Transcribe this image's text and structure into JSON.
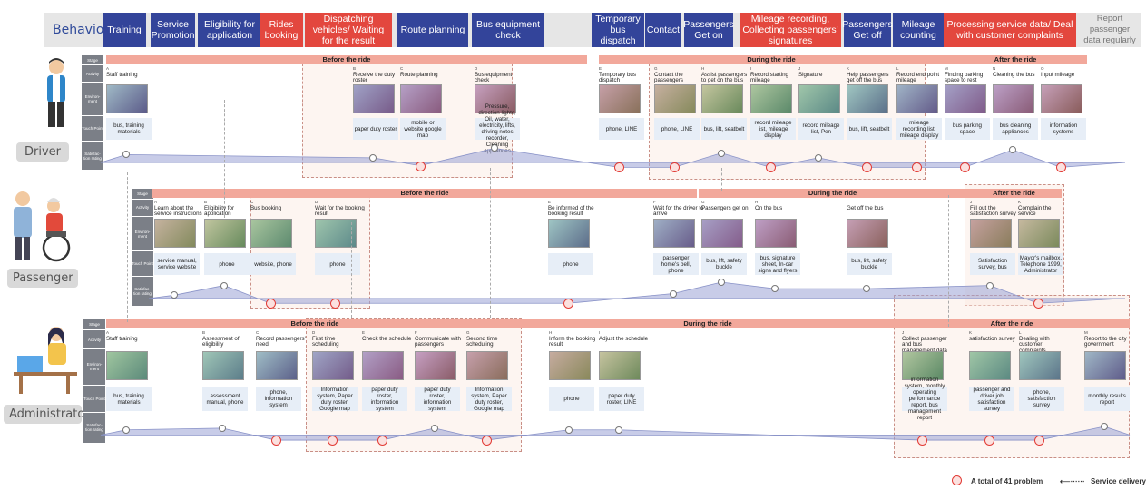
{
  "behavior": {
    "title": "Behavior",
    "tabs": [
      {
        "label": "Training",
        "color": "blue"
      },
      {
        "label": "Service Promotion",
        "color": "blue"
      },
      {
        "label": "Eligibility for application",
        "color": "blue"
      },
      {
        "label": "Rides booking",
        "color": "red"
      },
      {
        "label": "Dispatching vehicles/ Waiting for the result",
        "color": "red"
      },
      {
        "label": "Route planning",
        "color": "blue"
      },
      {
        "label": "Bus equipment check",
        "color": "blue"
      },
      {
        "label": "Temporary bus dispatch",
        "color": "blue"
      },
      {
        "label": "Contact",
        "color": "blue"
      },
      {
        "label": "Passengers Get on",
        "color": "blue"
      },
      {
        "label": "Mileage recording, Collecting passengers' signatures",
        "color": "red"
      },
      {
        "label": "Passengers Get off",
        "color": "blue"
      },
      {
        "label": "Mileage counting",
        "color": "blue"
      },
      {
        "label": "Processing service data/ Deal with customer complaints",
        "color": "red"
      },
      {
        "label": "Report passenger data regularly",
        "color": "grey"
      }
    ]
  },
  "row_headers": {
    "driver": [
      "Stage",
      "Activity",
      "Environ-ment",
      "Touch Point",
      "Satisfac-tion rating"
    ],
    "passenger": [
      "Stage",
      "Activity",
      "Environ-ment",
      "Touch Point",
      "Satisfac-tion rating"
    ],
    "admin": [
      "Stage",
      "Activity",
      "Environ-ment",
      "Touch Point",
      "Satisfac-tion rating"
    ]
  },
  "actors": {
    "driver": "Driver",
    "passenger": "Passenger",
    "admin": "Administrator"
  },
  "stages": {
    "before": "Before the ride",
    "during": "During the ride",
    "after": "After the ride"
  },
  "driver_steps": [
    {
      "letter": "A",
      "title": "Staff training",
      "tp": "bus, training materials"
    },
    {
      "letter": "B",
      "title": "Receive the duty roster",
      "tp": "paper duty roster"
    },
    {
      "letter": "C",
      "title": "Route planning",
      "tp": "mobile or website google map"
    },
    {
      "letter": "D",
      "title": "Bus equipment check",
      "tp": "Pressure, direction lights, Oil, water, electricity, lifts, driving notes recorder, Cleaning appliances"
    },
    {
      "letter": "E",
      "title": "Temporary bus dispatch",
      "tp": "phone, LINE"
    },
    {
      "letter": "G",
      "title": "Contact the passengers",
      "tp": "phone, LINE"
    },
    {
      "letter": "H",
      "title": "Assist passengers to get on the bus",
      "tp": "bus, lift, seatbelt"
    },
    {
      "letter": "I",
      "title": "Record starting mileage",
      "tp": "record mileage list, mileage display"
    },
    {
      "letter": "J",
      "title": "Signature",
      "tp": "record mileage list, Pen"
    },
    {
      "letter": "K",
      "title": "Help passengers get off the bus",
      "tp": "bus, lift, seatbelt"
    },
    {
      "letter": "L",
      "title": "Record end point mileage",
      "tp": "mileage recording list, mileage display"
    },
    {
      "letter": "M",
      "title": "Finding parking space to rest",
      "tp": "bus parking space"
    },
    {
      "letter": "N",
      "title": "Cleaning the bus",
      "tp": "bus cleaning appliances"
    },
    {
      "letter": "O",
      "title": "Input mileage",
      "tp": "information systems"
    }
  ],
  "passenger_steps": [
    {
      "letter": "A",
      "title": "Learn about the service instructions",
      "tp": "service manual, service website"
    },
    {
      "letter": "B",
      "title": "Eligibility for application",
      "tp": "phone"
    },
    {
      "letter": "C",
      "title": "Bus booking",
      "tp": "website, phone"
    },
    {
      "letter": "D",
      "title": "Wait for the booking result",
      "tp": "phone"
    },
    {
      "letter": "E",
      "title": "Be informed of the booking result",
      "tp": "phone"
    },
    {
      "letter": "F",
      "title": "Wait for the driver to arrive",
      "tp": "passenger home's bell, phone"
    },
    {
      "letter": "G",
      "title": "Passengers get on",
      "tp": "bus, lift, safety buckle"
    },
    {
      "letter": "H",
      "title": "On the bus",
      "tp": "bus, signature sheet, In-car signs and flyers"
    },
    {
      "letter": "I",
      "title": "Get off the bus",
      "tp": "bus, lift, safety buckle"
    },
    {
      "letter": "J",
      "title": "Fill out the satisfaction survey",
      "tp": "Satisfaction survey, bus"
    },
    {
      "letter": "K",
      "title": "Complain the service",
      "tp": "Mayor's mailbox, Telephone 1999, Administrator"
    }
  ],
  "admin_steps": [
    {
      "letter": "A",
      "title": "Staff training",
      "tp": "bus, training materials"
    },
    {
      "letter": "B",
      "title": "Assessment of eligibility",
      "tp": "assessment manual, phone"
    },
    {
      "letter": "C",
      "title": "Record passengers' need",
      "tp": "phone, information system"
    },
    {
      "letter": "D",
      "title": "First time scheduling",
      "tp": "Information system, Paper duty roster, Google map"
    },
    {
      "letter": "E",
      "title": "Check the schedule",
      "tp": "paper duty roster, information system"
    },
    {
      "letter": "F",
      "title": "Communicate with passengers",
      "tp": "paper duty roster, information system"
    },
    {
      "letter": "G",
      "title": "Second time scheduling",
      "tp": "Information system, Paper duty roster, Google map"
    },
    {
      "letter": "H",
      "title": "Inform the booking result",
      "tp": "phone"
    },
    {
      "letter": "I",
      "title": "Adjust the schedule",
      "tp": "paper duty roster, LINE"
    },
    {
      "letter": "J",
      "title": "Collect passenger and bus management data",
      "tp": "information system, monthly operating performance report, bus management report"
    },
    {
      "letter": "K",
      "title": "satisfaction survey",
      "tp": "passenger and driver job satisfaction survey"
    },
    {
      "letter": "L",
      "title": "Dealing with customer complaints",
      "tp": "phone, satisfaction survey"
    },
    {
      "letter": "M",
      "title": "Report to the city government",
      "tp": "monthly results report"
    }
  ],
  "legend": {
    "problem": "A total of 41 problem",
    "delivery": "Service delivery"
  },
  "colors": {
    "blue": "#33449a",
    "red": "#e3473e",
    "stage": "#f2a89b",
    "touch": "#e7eef7",
    "wave": "#9aa3d6"
  }
}
